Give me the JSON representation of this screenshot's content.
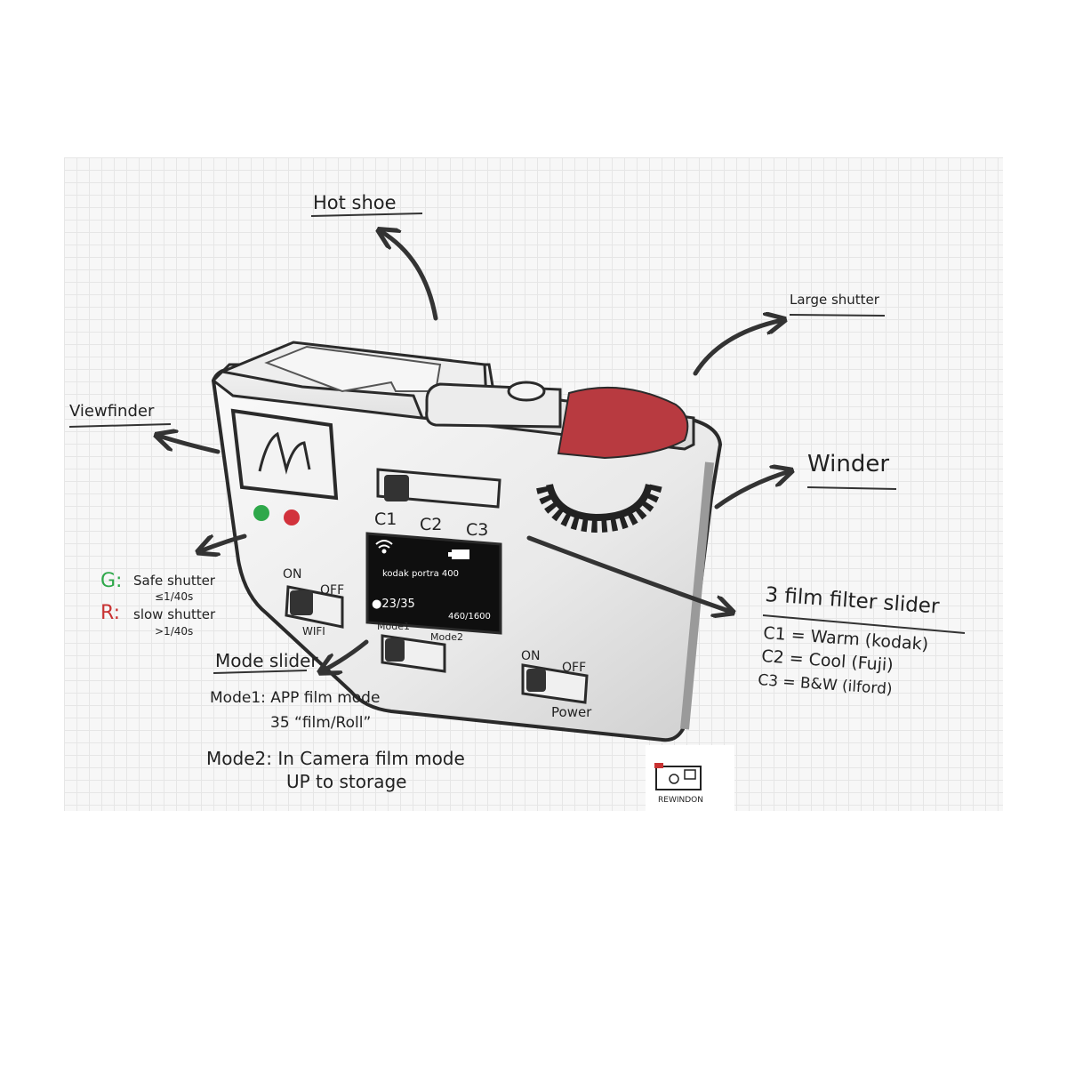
{
  "labels": {
    "hot_shoe": "Hot shoe",
    "large_shutter": "Large shutter",
    "viewfinder": "Viewfinder",
    "winder": "Winder",
    "film_filter_title": "3 film filter slider",
    "c1_desc": "C1 = Warm (kodak)",
    "c2_desc": "C2 = Cool (Fuji)",
    "c3_desc": "C3 = B&W (ilford)",
    "g_letter": "G:",
    "g_text": "Safe shutter",
    "g_sub": "≤1/40s",
    "r_letter": "R:",
    "r_text": "slow shutter",
    "r_sub": ">1/40s",
    "mode_slider": "Mode slider",
    "mode1_line1": "Mode1: APP film mode",
    "mode1_line2": "35 “film/Roll”",
    "mode2_line1": "Mode2: In Camera film mode",
    "mode2_line2": "UP to storage"
  },
  "camera": {
    "filter_c1": "C1",
    "filter_c2": "C2",
    "filter_c3": "C3",
    "screen_film": "kodak portra 400",
    "screen_count": "●23/35",
    "screen_iso": "460/1600",
    "wifi_on": "ON",
    "wifi_off": "OFF",
    "wifi_label": "WIFI",
    "mode1": "Mode1",
    "mode2": "Mode2",
    "power_on": "ON",
    "power_off": "OFF",
    "power_label": "Power"
  },
  "logo": {
    "text": "REWINDON"
  },
  "colors": {
    "shutter_red": "#b83a40",
    "led_green": "#2ea84a",
    "led_red": "#d2323c",
    "g_green": "#2ea84a",
    "r_red": "#c83232"
  }
}
